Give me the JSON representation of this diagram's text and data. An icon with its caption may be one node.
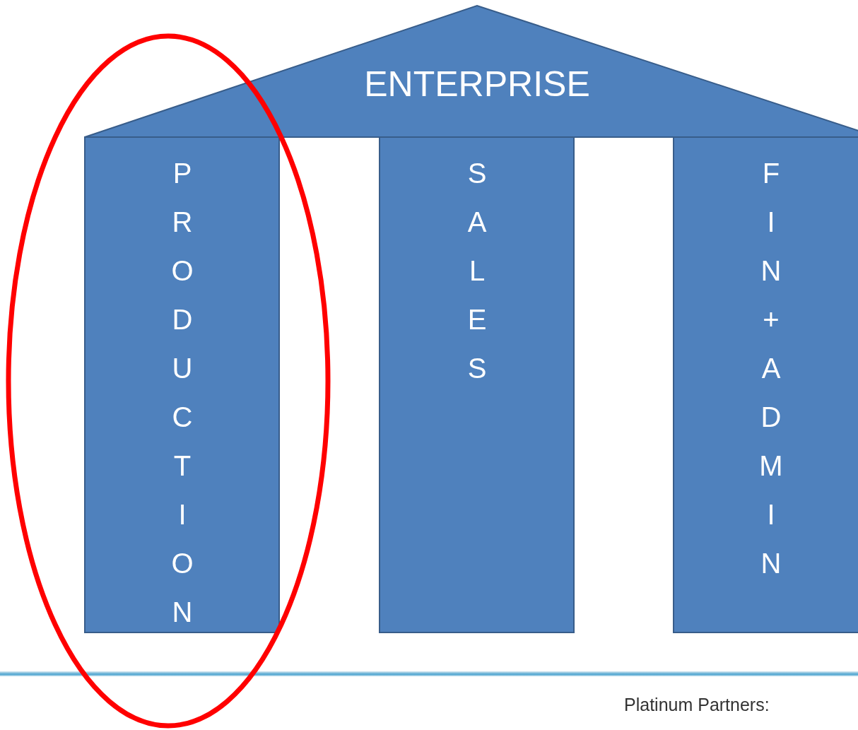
{
  "diagram": {
    "nodes": [
      {
        "text": [
          "ENTERPRISE"
        ]
      },
      {
        "text": [
          "PRODUCTION"
        ]
      },
      {
        "text": [
          "SALES"
        ]
      },
      {
        "text": [
          "FIN+ADMIN"
        ]
      }
    ],
    "labels": [
      "Platinum Partners:"
    ]
  }
}
